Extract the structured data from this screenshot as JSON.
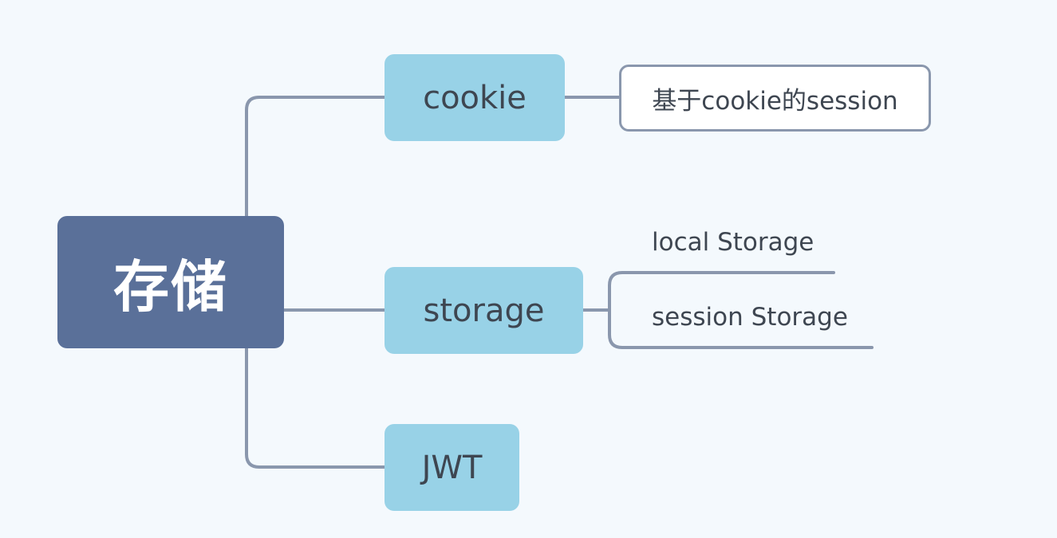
{
  "root": {
    "label": "存储"
  },
  "branches": [
    {
      "label": "cookie",
      "children": [
        {
          "label": "基于cookie的session",
          "style": "boxed"
        }
      ]
    },
    {
      "label": "storage",
      "children": [
        {
          "label": "local Storage",
          "style": "underline"
        },
        {
          "label": "session Storage",
          "style": "underline"
        }
      ]
    },
    {
      "label": "JWT",
      "children": []
    }
  ],
  "colors": {
    "background": "#f4f9fd",
    "root_fill": "#5a7099",
    "branch_fill": "#98d2e7",
    "connector": "#8a97ad",
    "text": "#3e4651"
  }
}
